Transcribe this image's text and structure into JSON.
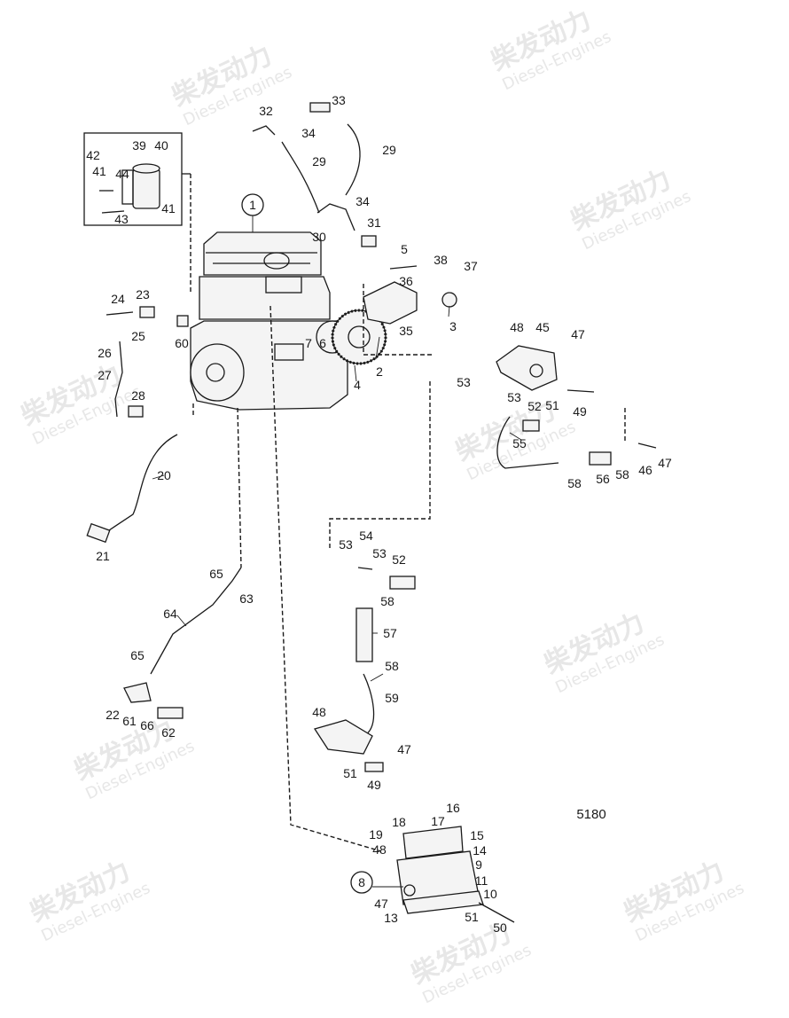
{
  "drawing_number": "5180",
  "watermark": {
    "brand_cn": "柴发动力",
    "brand_en": "Diesel-Engines"
  },
  "callouts": [
    {
      "n": "1",
      "circled": true
    },
    {
      "n": "2"
    },
    {
      "n": "3"
    },
    {
      "n": "4"
    },
    {
      "n": "5"
    },
    {
      "n": "6"
    },
    {
      "n": "7"
    },
    {
      "n": "8",
      "circled": true
    },
    {
      "n": "9"
    },
    {
      "n": "10"
    },
    {
      "n": "11"
    },
    {
      "n": "13"
    },
    {
      "n": "14"
    },
    {
      "n": "15"
    },
    {
      "n": "16"
    },
    {
      "n": "17"
    },
    {
      "n": "18"
    },
    {
      "n": "19"
    },
    {
      "n": "20"
    },
    {
      "n": "21"
    },
    {
      "n": "22"
    },
    {
      "n": "23"
    },
    {
      "n": "24"
    },
    {
      "n": "25"
    },
    {
      "n": "26"
    },
    {
      "n": "27"
    },
    {
      "n": "28"
    },
    {
      "n": "29"
    },
    {
      "n": "29b",
      "text": "29"
    },
    {
      "n": "30"
    },
    {
      "n": "31"
    },
    {
      "n": "32"
    },
    {
      "n": "33"
    },
    {
      "n": "34"
    },
    {
      "n": "34b",
      "text": "34"
    },
    {
      "n": "35"
    },
    {
      "n": "36"
    },
    {
      "n": "37"
    },
    {
      "n": "38"
    },
    {
      "n": "39"
    },
    {
      "n": "40"
    },
    {
      "n": "41"
    },
    {
      "n": "41b",
      "text": "41"
    },
    {
      "n": "42"
    },
    {
      "n": "43"
    },
    {
      "n": "44"
    },
    {
      "n": "45"
    },
    {
      "n": "46"
    },
    {
      "n": "47"
    },
    {
      "n": "47b",
      "text": "47"
    },
    {
      "n": "47c",
      "text": "47"
    },
    {
      "n": "47d",
      "text": "47"
    },
    {
      "n": "48"
    },
    {
      "n": "48b",
      "text": "48"
    },
    {
      "n": "48c",
      "text": "48"
    },
    {
      "n": "49"
    },
    {
      "n": "49b",
      "text": "49"
    },
    {
      "n": "50"
    },
    {
      "n": "51"
    },
    {
      "n": "51b",
      "text": "51"
    },
    {
      "n": "51c",
      "text": "51"
    },
    {
      "n": "52"
    },
    {
      "n": "52b",
      "text": "52"
    },
    {
      "n": "53"
    },
    {
      "n": "53b",
      "text": "53"
    },
    {
      "n": "53c",
      "text": "53"
    },
    {
      "n": "53d",
      "text": "53"
    },
    {
      "n": "54"
    },
    {
      "n": "55"
    },
    {
      "n": "56"
    },
    {
      "n": "57"
    },
    {
      "n": "58"
    },
    {
      "n": "58b",
      "text": "58"
    },
    {
      "n": "58c",
      "text": "58"
    },
    {
      "n": "58d",
      "text": "58"
    },
    {
      "n": "59"
    },
    {
      "n": "60"
    },
    {
      "n": "61"
    },
    {
      "n": "62"
    },
    {
      "n": "63"
    },
    {
      "n": "64"
    },
    {
      "n": "65"
    },
    {
      "n": "65b",
      "text": "65"
    },
    {
      "n": "66"
    }
  ]
}
